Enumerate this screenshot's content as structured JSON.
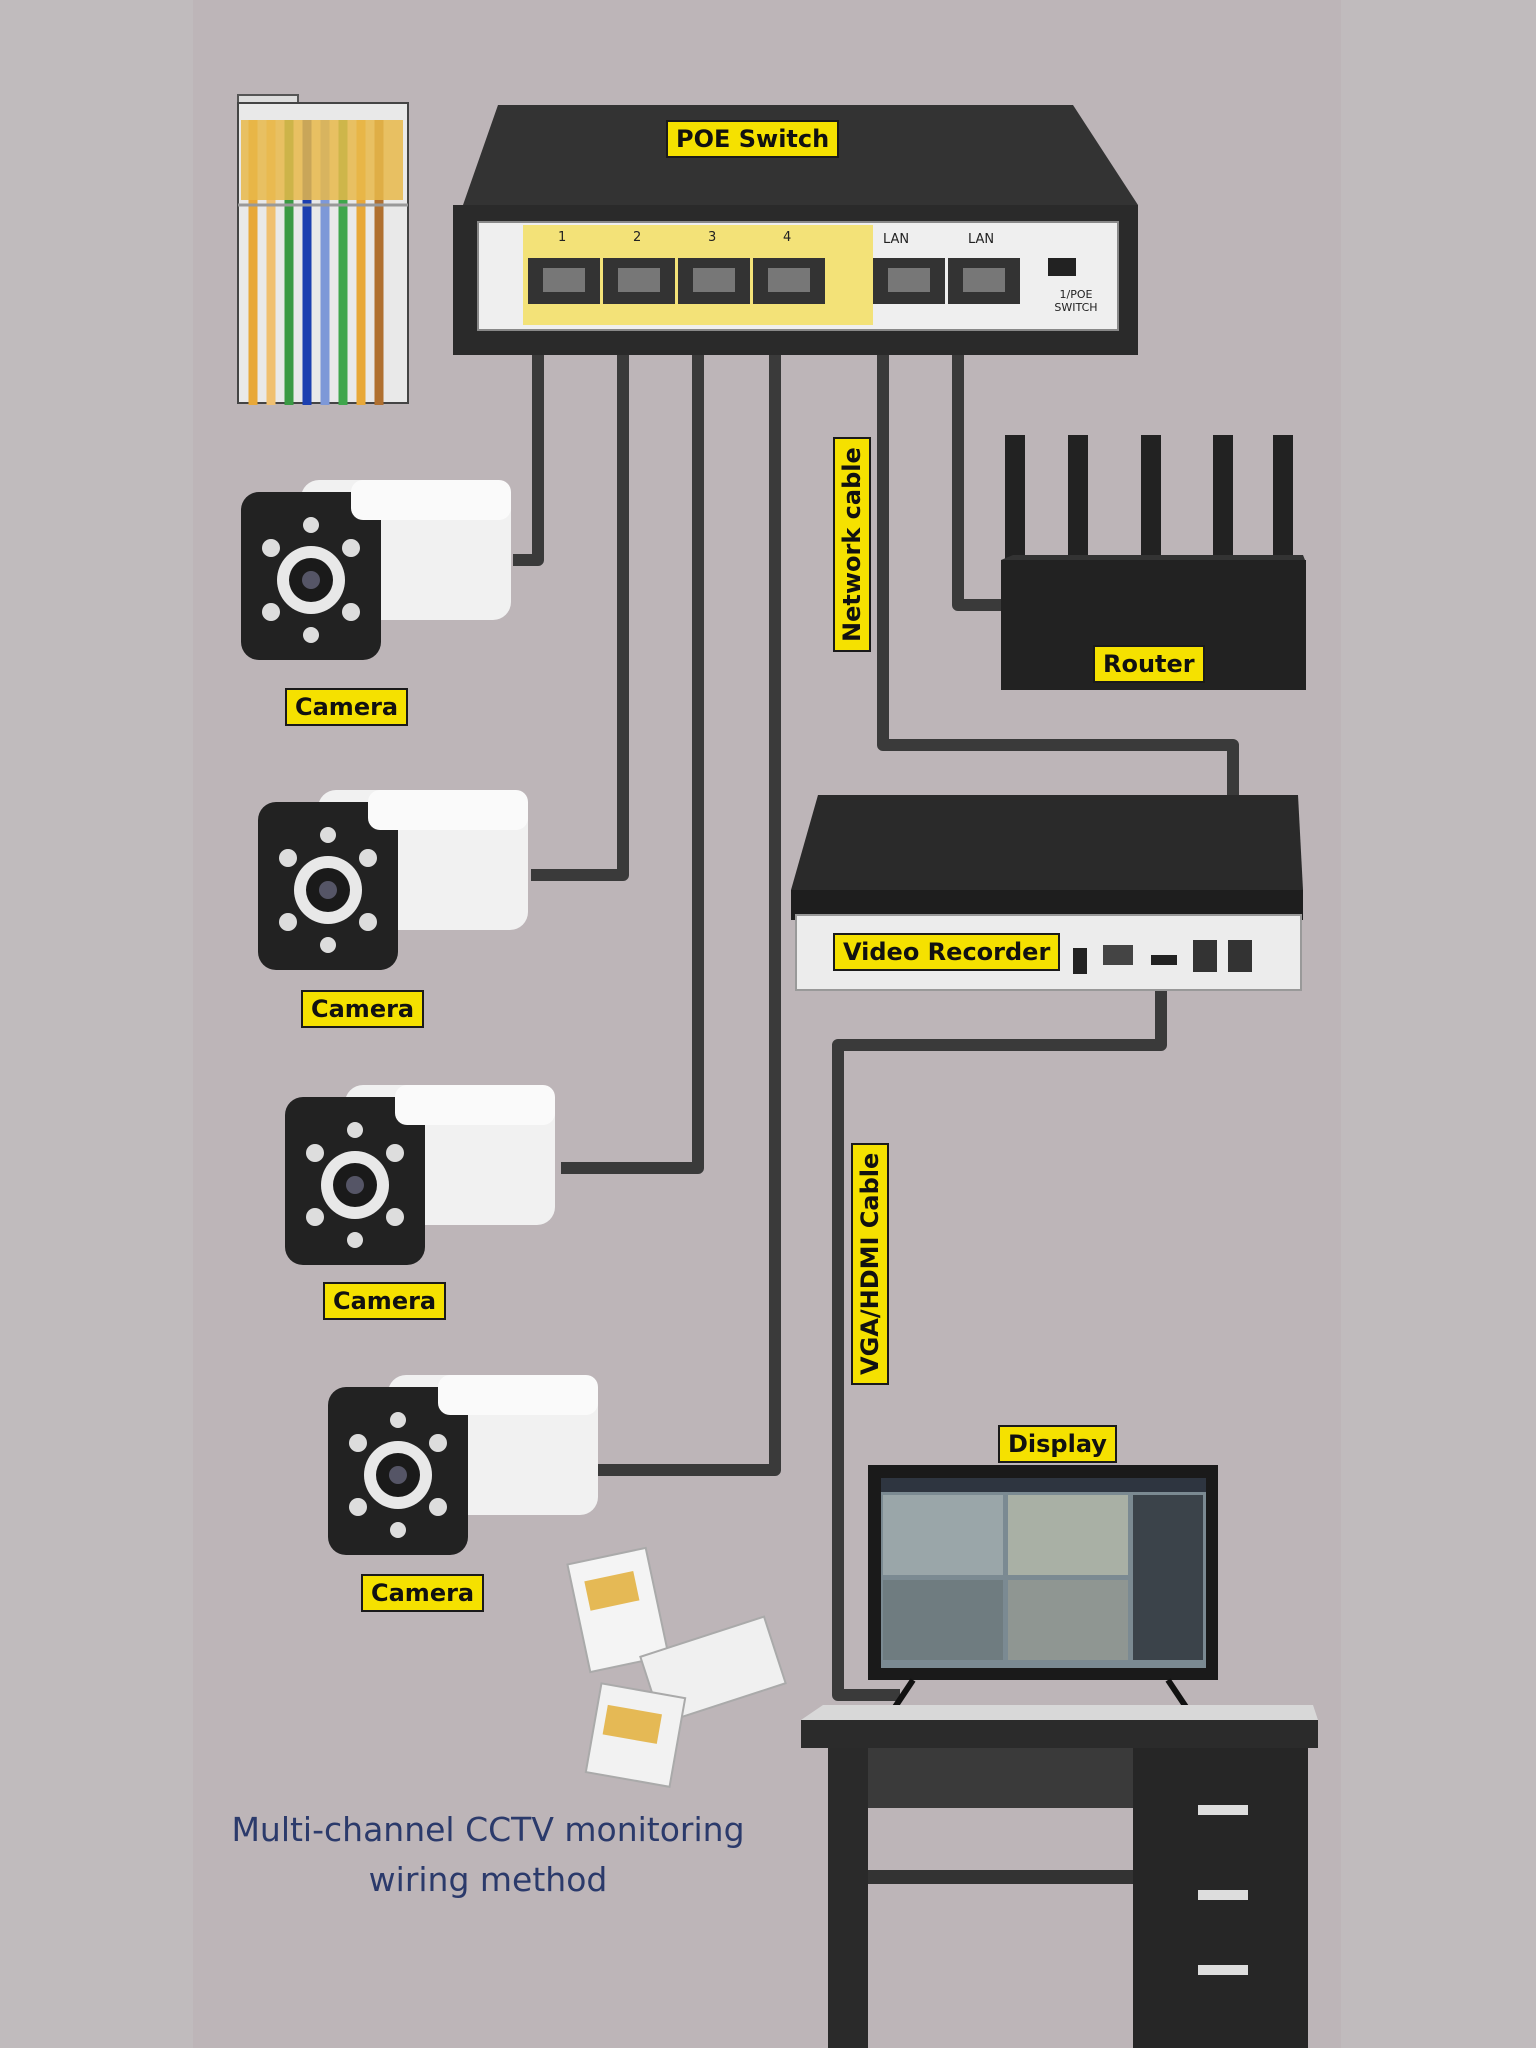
{
  "labels": {
    "poe_switch": "POE Switch",
    "router": "Router",
    "camera_1": "Camera",
    "camera_2": "Camera",
    "camera_3": "Camera",
    "camera_4": "Camera",
    "video_recorder": "Video Recorder",
    "display": "Display",
    "network_cable": "Network cable",
    "vga_hdmi_cable": "VGA/HDMI Cable"
  },
  "switch_panel": {
    "port_1": "1",
    "port_2": "2",
    "port_3": "3",
    "port_4": "4",
    "uplink_1": "LAN",
    "uplink_2": "LAN",
    "mode": "1/POE SWITCH"
  },
  "caption": {
    "line1": "Multi-channel CCTV monitoring",
    "line2": "wiring method"
  },
  "colors": {
    "background": "#bdb5b8",
    "label_fill": "#f5e100",
    "cable": "#3a3a3a",
    "device_dark": "#262626",
    "camera_white": "#f2f2f2",
    "caption_text": "#2b3a6b"
  }
}
